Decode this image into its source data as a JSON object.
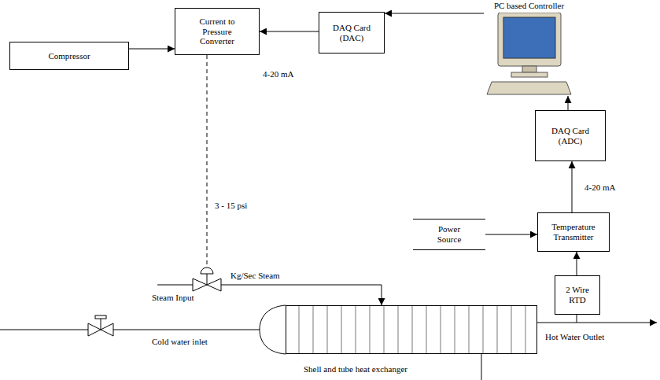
{
  "diagram": {
    "nodes": [
      {
        "text": [
          "PC based Controller"
        ]
      },
      {
        "text": [
          "Compressor"
        ]
      },
      {
        "text": [
          "Current to Pressure Converter"
        ]
      },
      {
        "text": [
          "DAQ Card (DAC)"
        ]
      },
      {
        "text": [
          "DAQ Card (ADC)"
        ]
      },
      {
        "text": [
          "Power Source"
        ]
      },
      {
        "text": [
          "Temperature Transmitter"
        ]
      },
      {
        "text": [
          "2 Wire RTD"
        ]
      },
      {
        "text": [
          "Shell and tube heat exchanger"
        ]
      }
    ],
    "edges": [
      {
        "from": 1,
        "to": 2,
        "arrow": "to"
      },
      {
        "from": 3,
        "to": 2,
        "arrow": "to",
        "label": "4-20 mA"
      },
      {
        "from": 0,
        "to": 3,
        "arrow": "to"
      },
      {
        "from": 4,
        "to": 0,
        "arrow": "to"
      },
      {
        "from": 6,
        "to": 4,
        "arrow": "to",
        "label": "4-20 mA"
      },
      {
        "from": 5,
        "to": 6,
        "arrow": "to"
      },
      {
        "from": 7,
        "to": 6,
        "arrow": "to"
      }
    ],
    "labels": [
      "3 - 15 psi",
      "Steam Input",
      "Kg/Sec Steam",
      "Cold water inlet",
      "Hot Water Outlet"
    ]
  }
}
